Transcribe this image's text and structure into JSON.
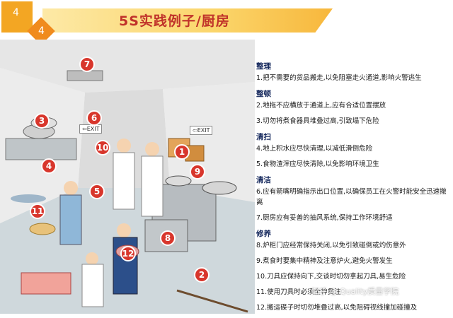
{
  "header": {
    "badge_a": "4",
    "badge_b": "4",
    "title": "5S实践例子/厨房"
  },
  "scene": {
    "exit_sign_left": "EXIT",
    "exit_sign_right": "EXIT",
    "markers": [
      "7",
      "3",
      "6",
      "10",
      "1",
      "9",
      "4",
      "5",
      "11",
      "8",
      "12",
      "2"
    ]
  },
  "sections": [
    {
      "heading": "整理",
      "rules": [
        "1.把不需要的货品搬走,以免阻塞走火通道,影响火警逃生"
      ]
    },
    {
      "heading": "整顿",
      "rules": [
        "2.地拖不应横放于通道上,应有合适位置摆放",
        "3.切勿将煮食器具堆叠过高,引致塌下危险"
      ]
    },
    {
      "heading": "清扫",
      "rules": [
        "4.地上积水应尽快清理,以减低滑倒危险",
        "5.食物渣滓应尽快清除,以免影响环境卫生"
      ]
    },
    {
      "heading": "清洁",
      "rules": [
        "6.应有箭嘴明确指示出口位置,以确保员工在火警时能安全迅速撤离",
        "7.厨房应有妥善的抽风系统,保持工作环境舒适"
      ]
    },
    {
      "heading": "修养",
      "rules": [
        "8.炉柜门应经常保持关闭,以免引致碰倒或灼伤意外",
        "9.煮食时要集中精神及注意炉火,避免火警发生",
        "10.刀具应保持向下,交谈时切勿拿起刀具,易生危险",
        "11.使用刀具时必须全神贯注",
        "12.搬运碟子时切勿堆叠过高,以免阻碍视线撞加碰撞及"
      ]
    }
  ],
  "watermark": "知乎 @ Quality质量学院",
  "colors": {
    "title_red": "#c0322a",
    "badge_orange": "#f3a623",
    "marker_red": "#d8362c",
    "heading_navy": "#14275c"
  }
}
